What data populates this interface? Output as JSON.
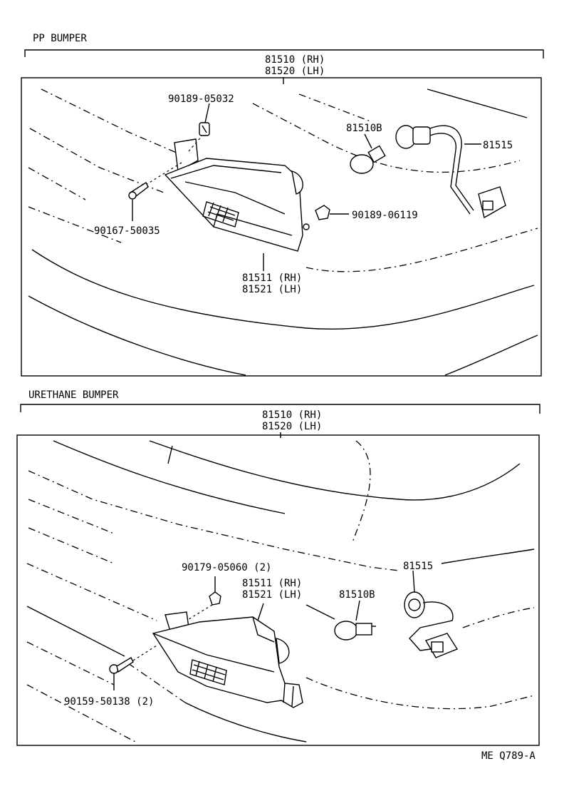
{
  "sections": [
    {
      "title": "PP  BUMPER",
      "assembly": [
        "81510 (RH)",
        "81520 (LH)"
      ],
      "callouts": [
        "90189-05032",
        "81510B",
        "81515",
        "90189-06119",
        "90167-50035",
        "81511 (RH)",
        "81521 (LH)"
      ]
    },
    {
      "title": "URETHANE  BUMPER",
      "assembly": [
        "81510 (RH)",
        "81520 (LH)"
      ],
      "callouts": [
        "90179-05060 (2)",
        "81511 (RH)",
        "81521 (LH)",
        "81510B",
        "81515",
        "90159-50138 (2)"
      ]
    }
  ],
  "figure_code": "ME Q789-A"
}
